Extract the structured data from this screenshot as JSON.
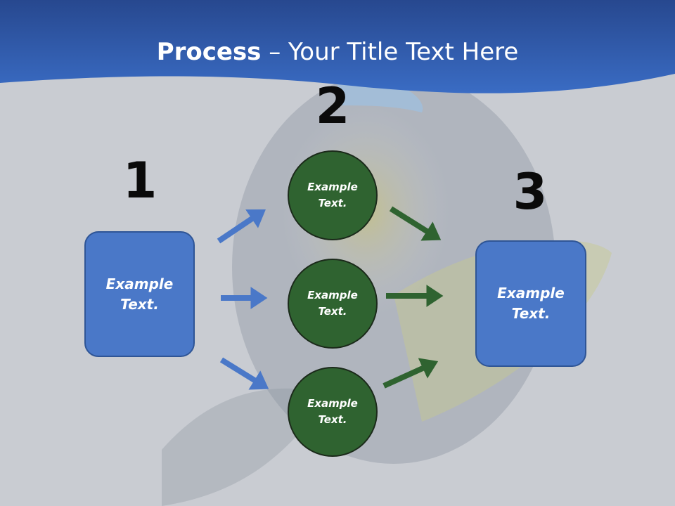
{
  "title": {
    "bold": "Process",
    "rest": " – Your Title Text Here"
  },
  "steps": {
    "step1_number": "1",
    "step2_number": "2",
    "step3_number": "3"
  },
  "boxes": {
    "left_text": "Example Text.",
    "right_text": "Example Text."
  },
  "circles": [
    {
      "text": "Example Text."
    },
    {
      "text": "Example Text."
    },
    {
      "text": "Example Text."
    }
  ],
  "colors": {
    "header_blue": "#2f5fb0",
    "box_blue": "#4a78c8",
    "circle_green": "#2f6330",
    "arrow_blue": "#4a78c8",
    "arrow_green": "#2f6330"
  },
  "icons": {
    "arrows_left": "arrow-icon",
    "arrows_right": "arrow-icon"
  }
}
